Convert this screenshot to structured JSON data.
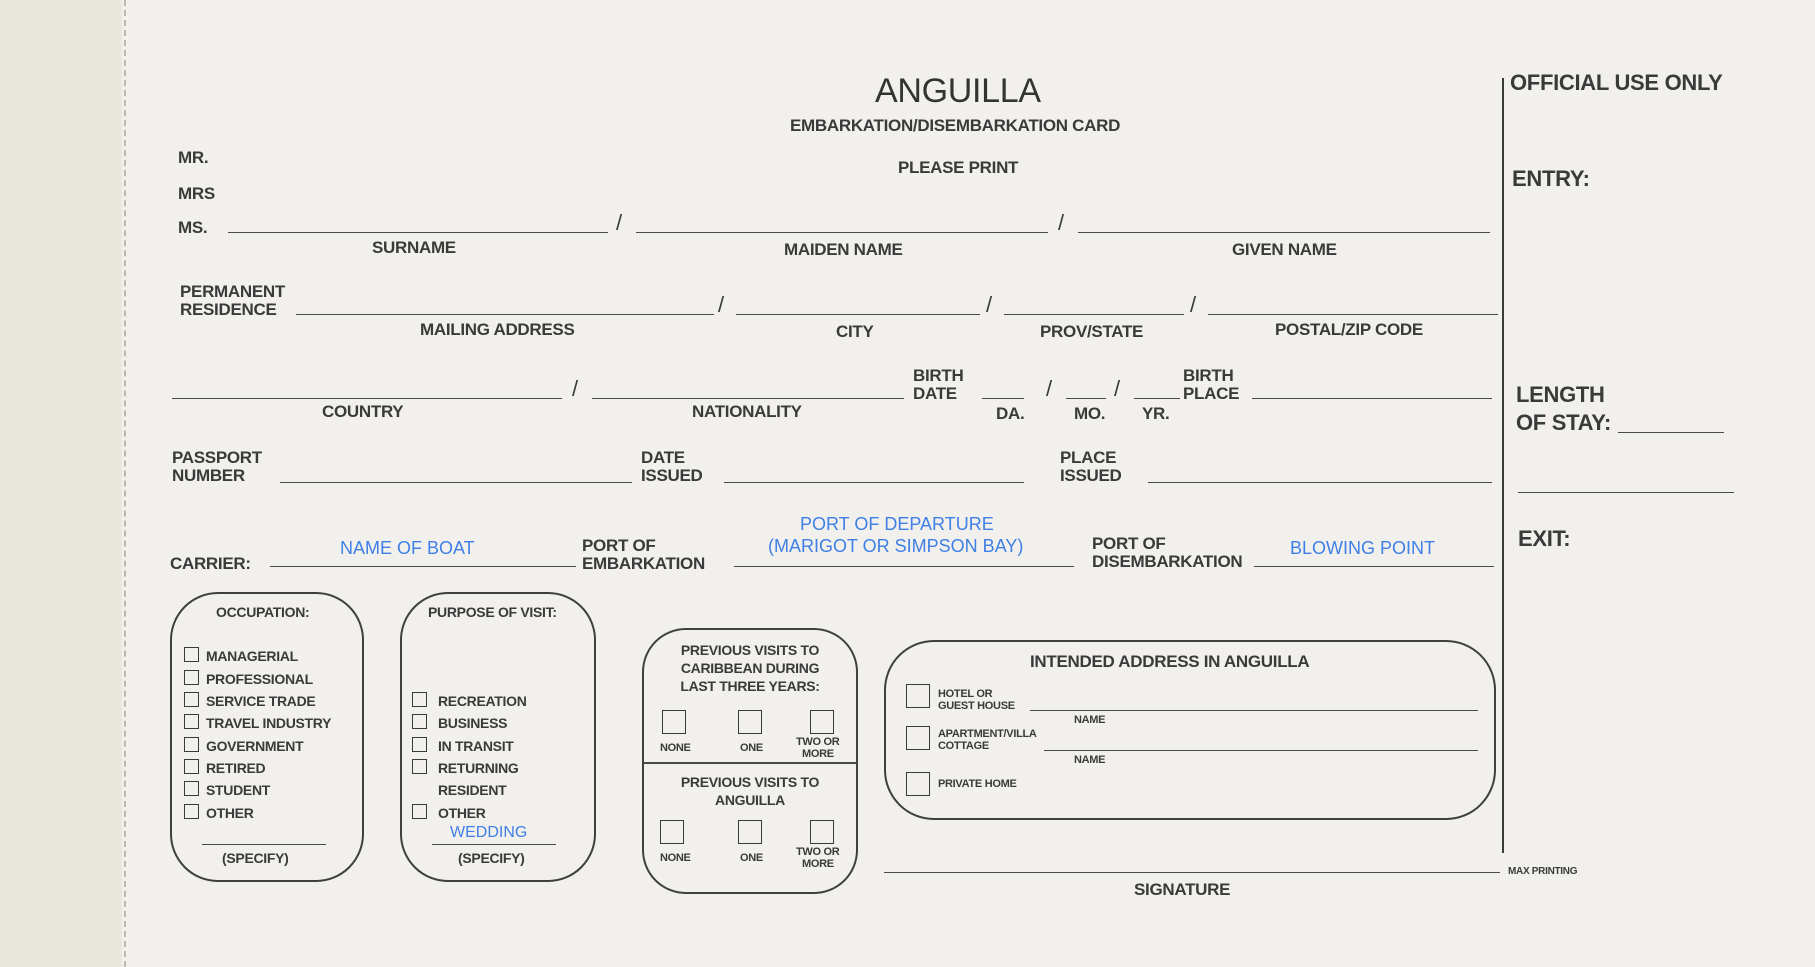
{
  "header": {
    "title": "ANGUILLA",
    "subtitle": "EMBARKATION/DISEMBARKATION CARD",
    "please_print": "PLEASE PRINT"
  },
  "official": {
    "title": "OFFICIAL USE ONLY",
    "entry": "ENTRY:",
    "length1": "LENGTH",
    "length2": "OF STAY:",
    "exit": "EXIT:"
  },
  "name": {
    "mr": "MR.",
    "mrs": "MRS",
    "ms": "MS.",
    "surname": "SURNAME",
    "maiden": "MAIDEN NAME",
    "given": "GIVEN NAME"
  },
  "residence": {
    "label1": "PERMANENT",
    "label2": "RESIDENCE",
    "mailing": "MAILING ADDRESS",
    "city": "CITY",
    "prov": "PROV/STATE",
    "postal": "POSTAL/ZIP CODE"
  },
  "birth": {
    "country": "COUNTRY",
    "nationality": "NATIONALITY",
    "date1": "BIRTH",
    "date2": "DATE",
    "da": "DA.",
    "mo": "MO.",
    "yr": "YR.",
    "place1": "BIRTH",
    "place2": "PLACE"
  },
  "passport": {
    "num1": "PASSPORT",
    "num2": "NUMBER",
    "issued1": "DATE",
    "issued2": "ISSUED",
    "place1": "PLACE",
    "place2": "ISSUED"
  },
  "carrier": {
    "label": "CARRIER:",
    "value": "NAME OF BOAT",
    "emb1": "PORT OF",
    "emb2": "EMBARKATION",
    "emb_value1": "PORT OF DEPARTURE",
    "emb_value2": "(MARIGOT OR SIMPSON BAY)",
    "dis1": "PORT OF",
    "dis2": "DISEMBARKATION",
    "dis_value": "BLOWING POINT"
  },
  "occupation": {
    "title": "OCCUPATION:",
    "items": [
      "MANAGERIAL",
      "PROFESSIONAL",
      "SERVICE TRADE",
      "TRAVEL INDUSTRY",
      "GOVERNMENT",
      "RETIRED",
      "STUDENT",
      "OTHER"
    ],
    "specify": "(SPECIFY)"
  },
  "purpose": {
    "title": "PURPOSE OF VISIT:",
    "items": [
      "RECREATION",
      "BUSINESS",
      "IN TRANSIT",
      "RETURNING",
      "RESIDENT",
      "OTHER"
    ],
    "other_value": "WEDDING",
    "specify": "(SPECIFY)"
  },
  "visits": {
    "carib1": "PREVIOUS VISITS TO",
    "carib2": "CARIBBEAN DURING",
    "carib3": "LAST THREE YEARS:",
    "none": "NONE",
    "one": "ONE",
    "two1": "TWO OR",
    "two2": "MORE",
    "ang1": "PREVIOUS VISITS TO",
    "ang2": "ANGUILLA"
  },
  "address": {
    "title": "INTENDED ADDRESS IN ANGUILLA",
    "hotel1": "HOTEL OR",
    "hotel2": "GUEST HOUSE",
    "apt1": "APARTMENT/VILLA",
    "apt2": "COTTAGE",
    "name": "NAME",
    "private": "PRIVATE HOME"
  },
  "footer": {
    "signature": "SIGNATURE",
    "max": "MAX PRINTING"
  }
}
